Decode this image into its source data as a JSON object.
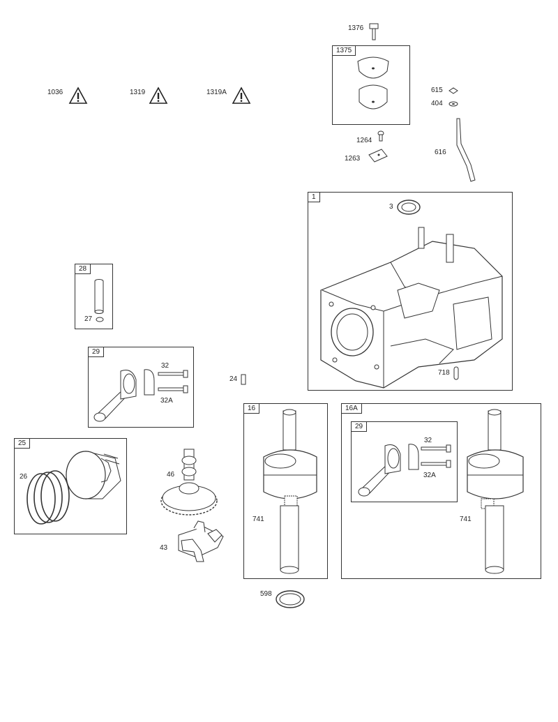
{
  "warnings": [
    {
      "label": "1036"
    },
    {
      "label": "1319"
    },
    {
      "label": "1319A"
    }
  ],
  "boxes": {
    "b1375": "1375",
    "b1": "1",
    "b28": "28",
    "b29": "29",
    "b25": "25",
    "b16": "16",
    "b16a": "16A",
    "b29inner": "29"
  },
  "parts": {
    "p1376": "1376",
    "p615": "615",
    "p404": "404",
    "p1264": "1264",
    "p1263": "1263",
    "p616": "616",
    "p3": "3",
    "p718": "718",
    "p27": "27",
    "p32": "32",
    "p32a": "32A",
    "p24": "24",
    "p26": "26",
    "p46": "46",
    "p43": "43",
    "p741a": "741",
    "p741b": "741",
    "p32b": "32",
    "p32ab": "32A",
    "p598": "598"
  }
}
